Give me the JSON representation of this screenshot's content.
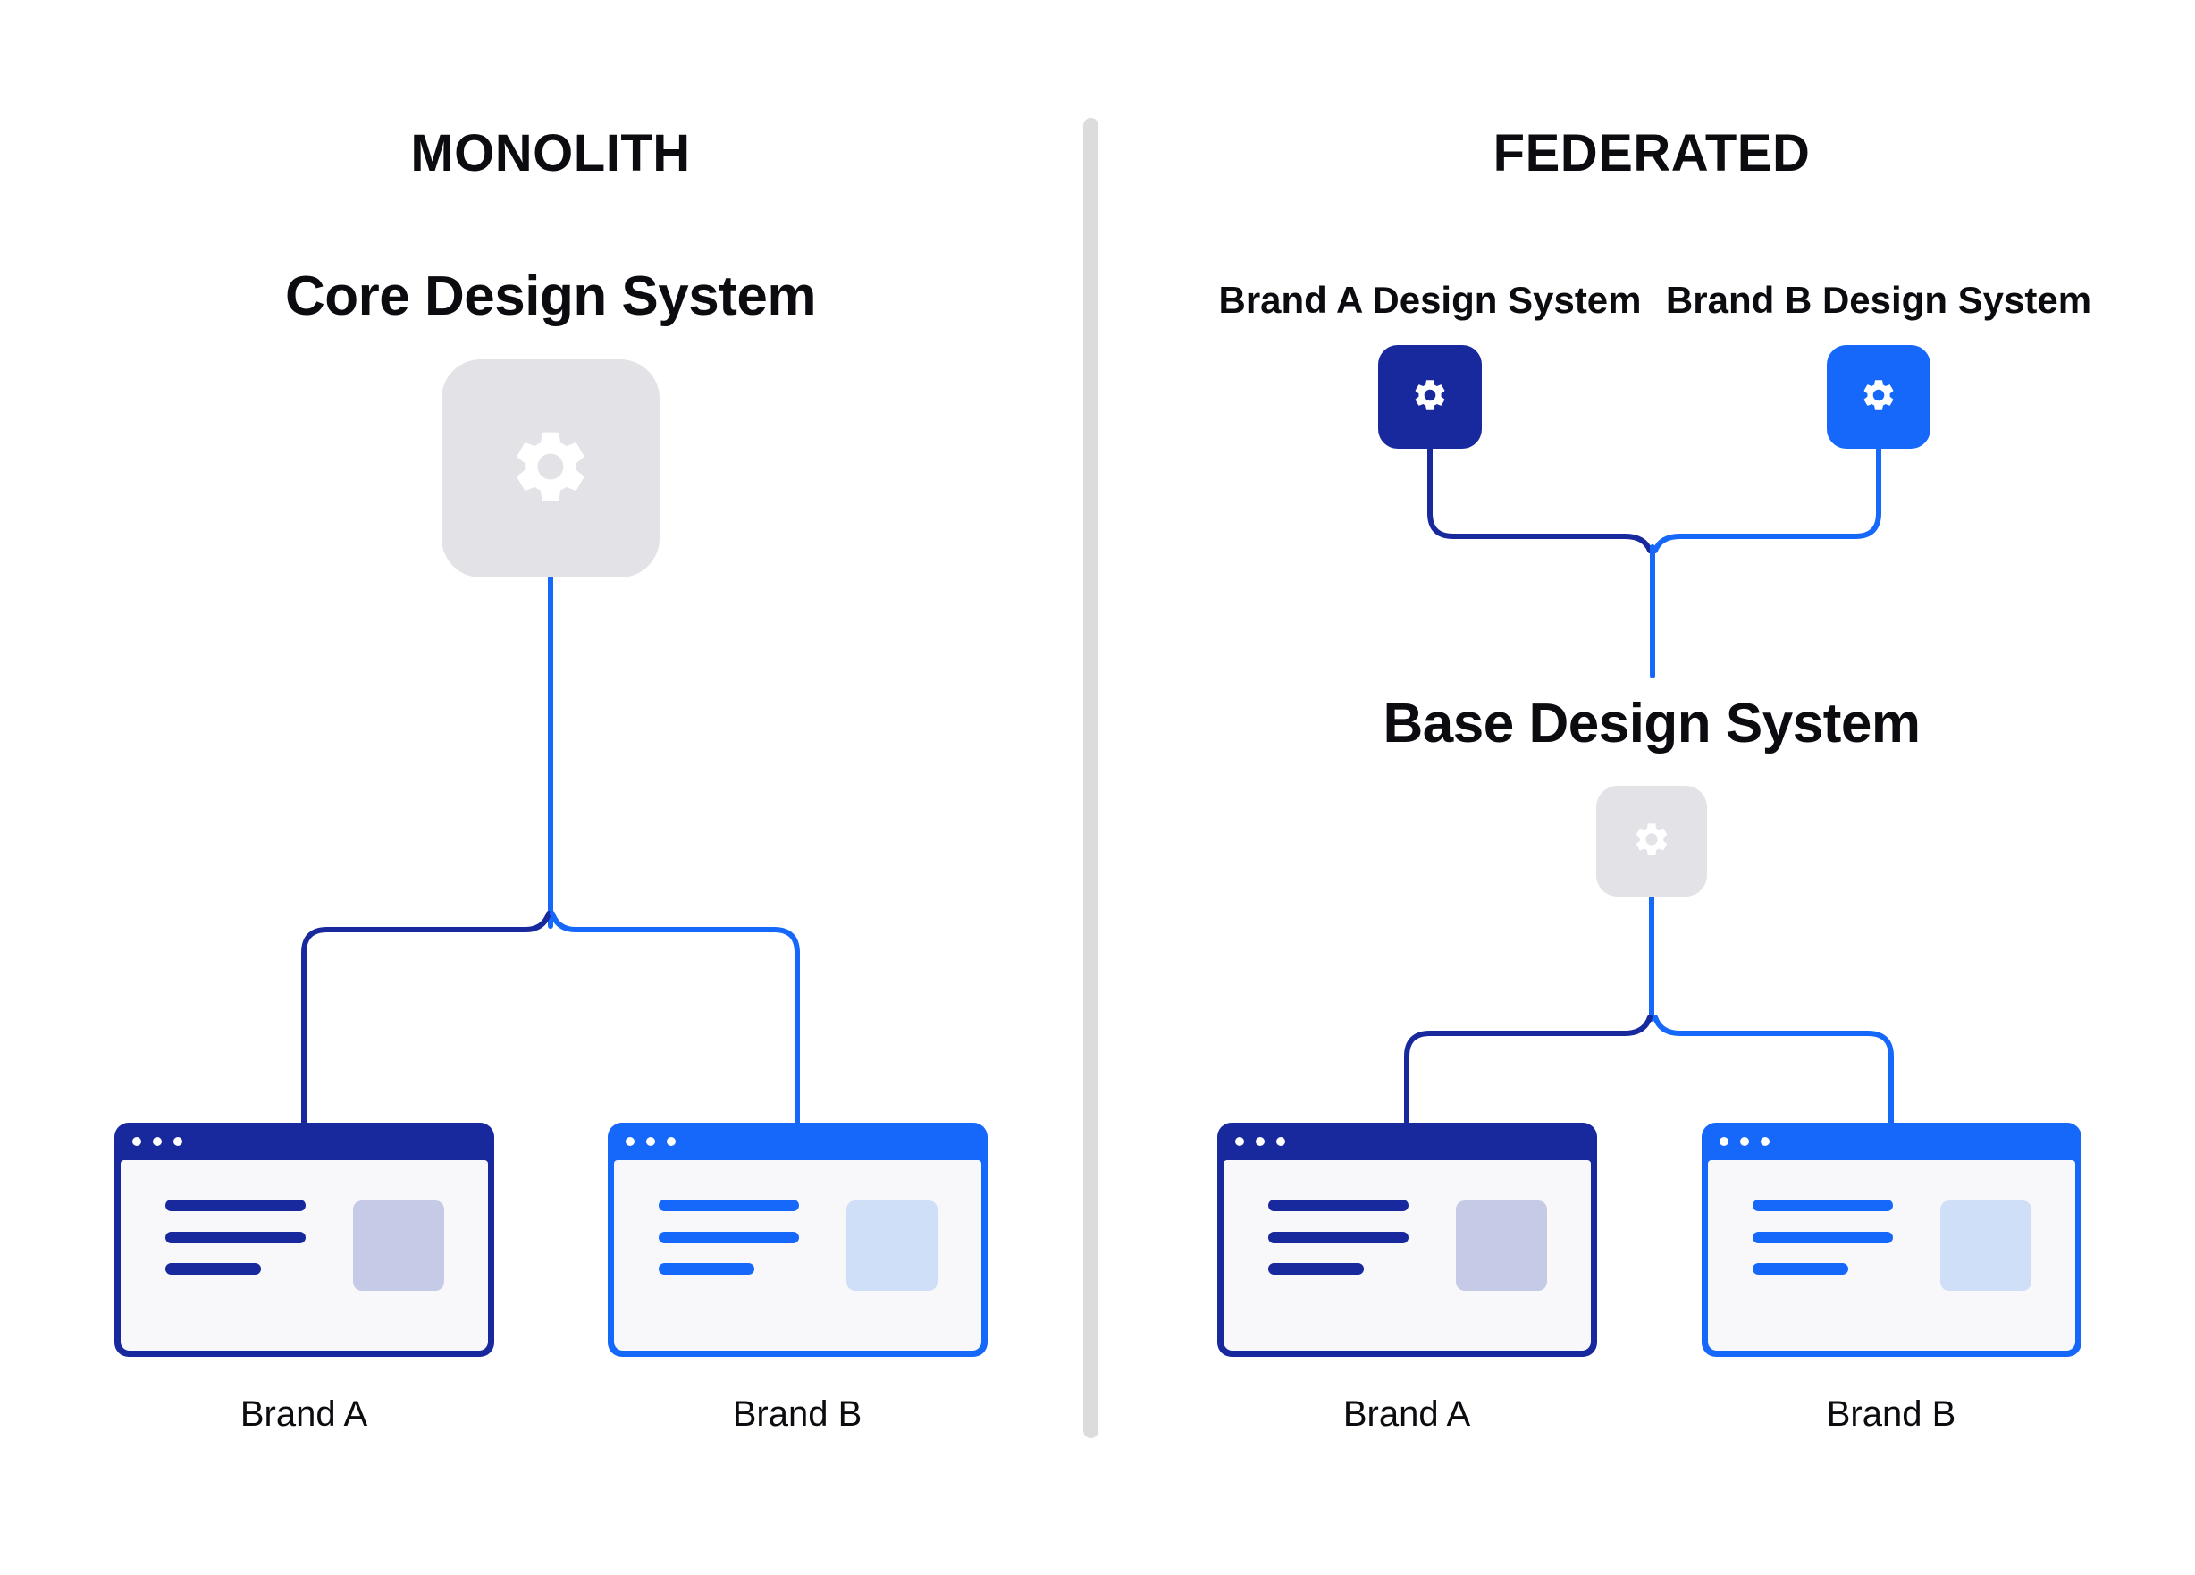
{
  "monolith": {
    "title": "MONOLITH",
    "core_label": "Core Design System",
    "brand_a_label": "Brand A",
    "brand_b_label": "Brand B"
  },
  "federated": {
    "title": "FEDERATED",
    "brand_a_system_label": "Brand A Design System",
    "brand_b_system_label": "Brand B Design System",
    "base_label": "Base Design System",
    "brand_a_label": "Brand A",
    "brand_b_label": "Brand B"
  },
  "icons": {
    "gear": "gear-icon"
  },
  "colors": {
    "navy": "#18289d",
    "blue": "#1668fb",
    "gray_square": "#e2e2e7",
    "divider": "#dcdcdc",
    "window_body": "#f8f8fa",
    "lavender_block": "#c5cbe6",
    "light_blue_block": "#cfdff8",
    "text": "#0b0b10",
    "background": "#ffffff"
  }
}
